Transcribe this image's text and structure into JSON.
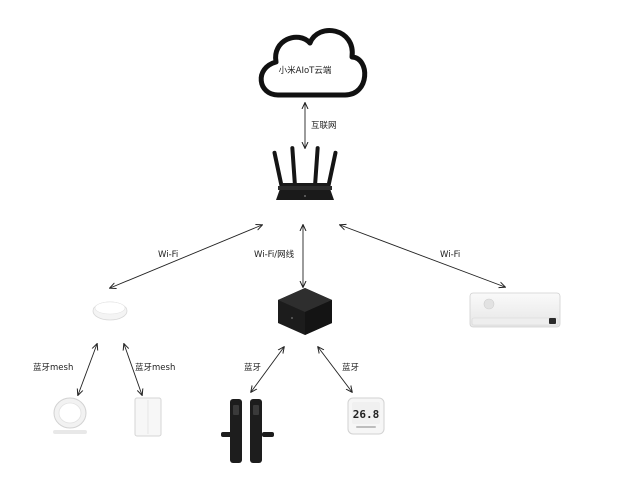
{
  "cloud": {
    "label": "小米AIoT云端"
  },
  "links": {
    "internet": "互联网",
    "wifi_left": "Wi-Fi",
    "wifi_center": "Wi-Fi/网线",
    "wifi_right": "Wi-Fi",
    "mesh_left": "蓝牙mesh",
    "mesh_right": "蓝牙mesh",
    "bt_left": "蓝牙",
    "bt_right": "蓝牙"
  },
  "devices": {
    "thermometer_display": "26.8"
  }
}
